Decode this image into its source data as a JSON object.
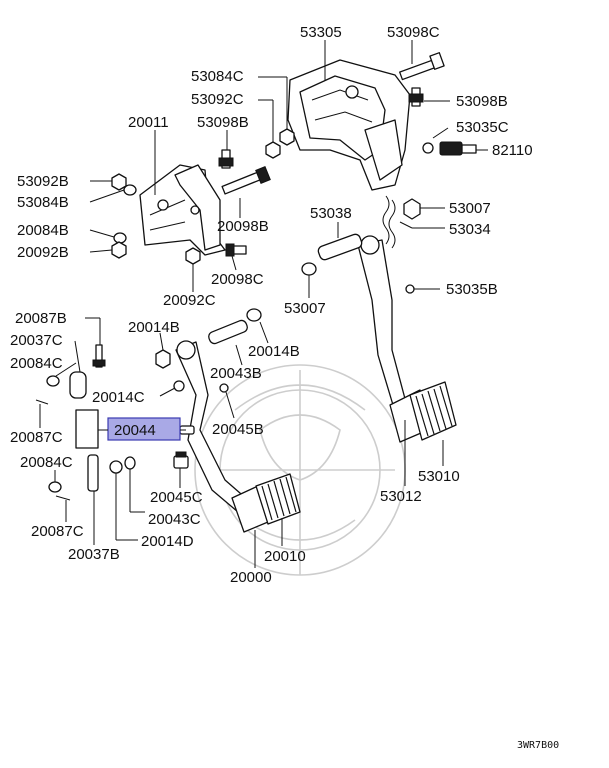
{
  "diagram_code": "3WR7B00",
  "highlight_color": "#a9a9e6",
  "labels": {
    "p53305": "53305",
    "p53098C": "53098C",
    "p53084C": "53084C",
    "p53098B_r": "53098B",
    "p53092C": "53092C",
    "p20011": "20011",
    "p53098B_l": "53098B",
    "p53035C": "53035C",
    "p82110": "82110",
    "p53092B": "53092B",
    "p53084B": "53084B",
    "p20098B": "20098B",
    "p53038": "53038",
    "p53007_t": "53007",
    "p53034": "53034",
    "p20084B": "20084B",
    "p20092B": "20092B",
    "p20098C": "20098C",
    "p53007_b": "53007",
    "p53035B": "53035B",
    "p20092C": "20092C",
    "p20087B": "20087B",
    "p20014B_l": "20014B",
    "p20037C": "20037C",
    "p20014B_r": "20014B",
    "p20084C_t": "20084C",
    "p20043B": "20043B",
    "p20014C": "20014C",
    "p20087C_t": "20087C",
    "p20044": "20044",
    "p20045B": "20045B",
    "p53010": "53010",
    "p20084C_b": "20084C",
    "p53012": "53012",
    "p20045C": "20045C",
    "p20043C": "20043C",
    "p20087C_b": "20087C",
    "p20014D": "20014D",
    "p20037B": "20037B",
    "p20010": "20010",
    "p20000": "20000"
  }
}
